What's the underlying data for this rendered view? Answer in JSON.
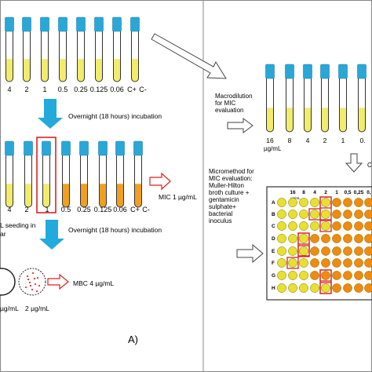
{
  "left_panel": {
    "row1_concentrations": [
      "4",
      "2",
      "1",
      "0.5",
      "0.25",
      "0.125",
      "0.06",
      "C+",
      "C-"
    ],
    "incubation_1": "Overnight (18 hours) incubation",
    "row2_concentrations": [
      "4",
      "2",
      "1",
      "0.5",
      "0.25",
      "0.125",
      "0.06",
      "C+",
      "C-"
    ],
    "mic_label": "MIC 1 µg/mL",
    "seeding_label_line1": "L seeding in",
    "seeding_label_line2": "ar",
    "incubation_2": "Overnight (18 hours) incubation",
    "mbc_label": "MBC 4 µg/mL",
    "plate_left_label": "µg/mL",
    "plate_right_label": "2 µg/mL",
    "panel_letter": "A)"
  },
  "right_panel": {
    "macro_label_line1": "Macrodilution",
    "macro_label_line2": "for MIC",
    "macro_label_line3": "evaluation",
    "macro_concentrations": [
      "16",
      "8",
      "4",
      "2",
      "1",
      "0."
    ],
    "macro_unit": "µg/mL",
    "truncated_label": "C",
    "micro_label_lines": [
      "Micromethod for",
      "MIC evaluation:",
      "Muller-Hilton",
      "broth culture +",
      "gentamicin",
      "sulphate+",
      "bacterial",
      "inoculus"
    ],
    "plate_columns": [
      "16",
      "8",
      "4",
      "2",
      "1",
      "0,5",
      "0,25",
      "0,"
    ],
    "plate_unit": "µg/mL",
    "plate_rows": [
      "A",
      "B",
      "C",
      "D",
      "E",
      "F",
      "G",
      "H"
    ]
  },
  "colors": {
    "tube_cap": "#29a8d8",
    "tube_fill_yellow": "#f1ec6c",
    "tube_fill_orange": "#f0a020",
    "arrow_cyan": "#22aadd",
    "highlight_red": "#dd2222",
    "well_yellow": "#e8e030",
    "well_orange": "#f08a10",
    "dot_red": "#dd3333"
  }
}
